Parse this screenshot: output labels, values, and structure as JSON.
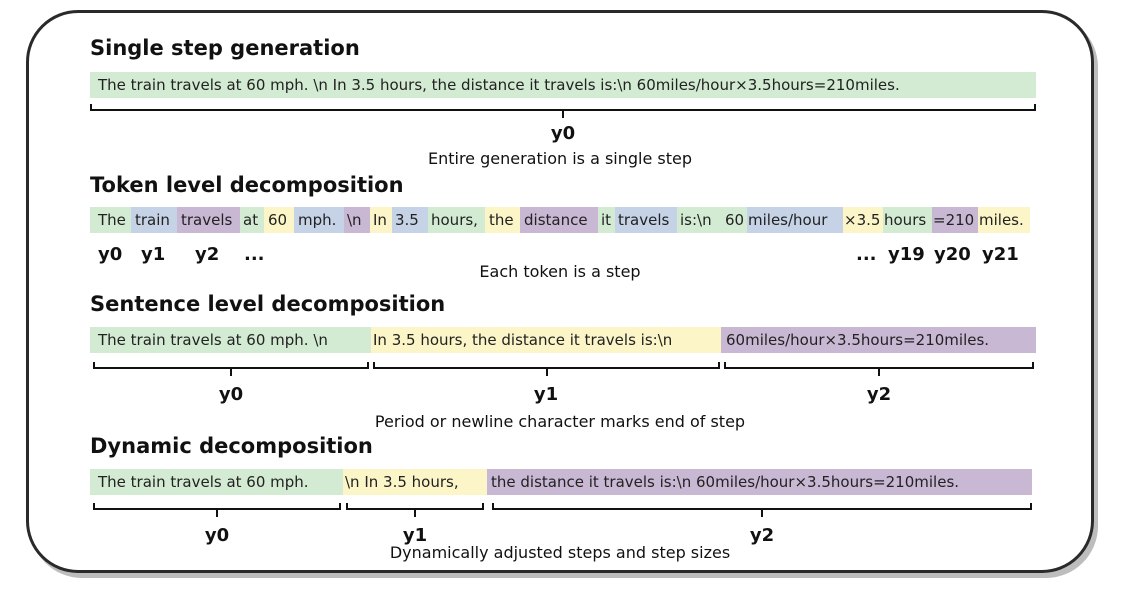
{
  "single": {
    "title": "Single step generation",
    "text": "The train travels at 60 mph. \\n In 3.5 hours, the distance it travels is:\\n 60miles/hour×3.5hours=210miles.",
    "label": "y0",
    "caption": "Entire generation is a single step"
  },
  "token": {
    "title": "Token level decomposition",
    "tokens": [
      "The",
      "train",
      "travels",
      "at",
      "60",
      "mph.",
      "\\n",
      "In",
      "3.5",
      "hours,",
      "the",
      "distance",
      "it",
      "travels",
      "is:\\n",
      "60",
      "miles/hour",
      "×3.5",
      "hours",
      "=210",
      "miles."
    ],
    "labels_left": [
      "y0",
      "y1",
      "y2",
      "..."
    ],
    "labels_right": [
      "...",
      "y19",
      "y20",
      "y21"
    ],
    "caption": "Each token is a step"
  },
  "sentence": {
    "title": "Sentence level decomposition",
    "segments": [
      "The train travels at 60 mph. \\n",
      "In 3.5 hours, the distance it travels is:\\n",
      "60miles/hour×3.5hours=210miles."
    ],
    "labels": [
      "y0",
      "y1",
      "y2"
    ],
    "caption": "Period or newline character marks end of step"
  },
  "dynamic": {
    "title": "Dynamic decomposition",
    "segments": [
      "The train travels at 60 mph.",
      "\\n In 3.5 hours,",
      "the distance it travels is:\\n 60miles/hour×3.5hours=210miles."
    ],
    "labels": [
      "y0",
      "y1",
      "y2"
    ],
    "caption": "Dynamically adjusted steps and step sizes"
  },
  "colors": {
    "green": "#d3ebd3",
    "blue": "#c6d3e6",
    "purple": "#c9b8d4",
    "yellow": "#fbf5c7"
  }
}
